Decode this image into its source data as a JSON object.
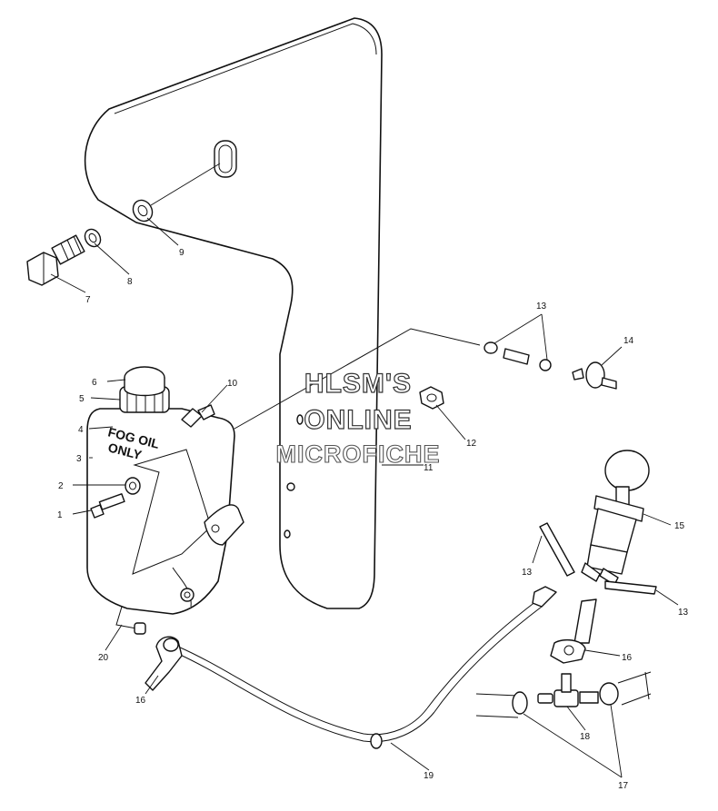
{
  "diagram": {
    "tank_label_line1": "FOG OIL",
    "tank_label_line2": "ONLY",
    "watermark": [
      "HLSM'S",
      "ONLINE",
      "MICROFICHE"
    ],
    "callouts": [
      "1",
      "2",
      "3",
      "4",
      "5",
      "6",
      "7",
      "8",
      "9",
      "10",
      "11",
      "12",
      "13",
      "13",
      "13",
      "14",
      "15",
      "16",
      "16",
      "17",
      "18",
      "19",
      "20"
    ]
  }
}
